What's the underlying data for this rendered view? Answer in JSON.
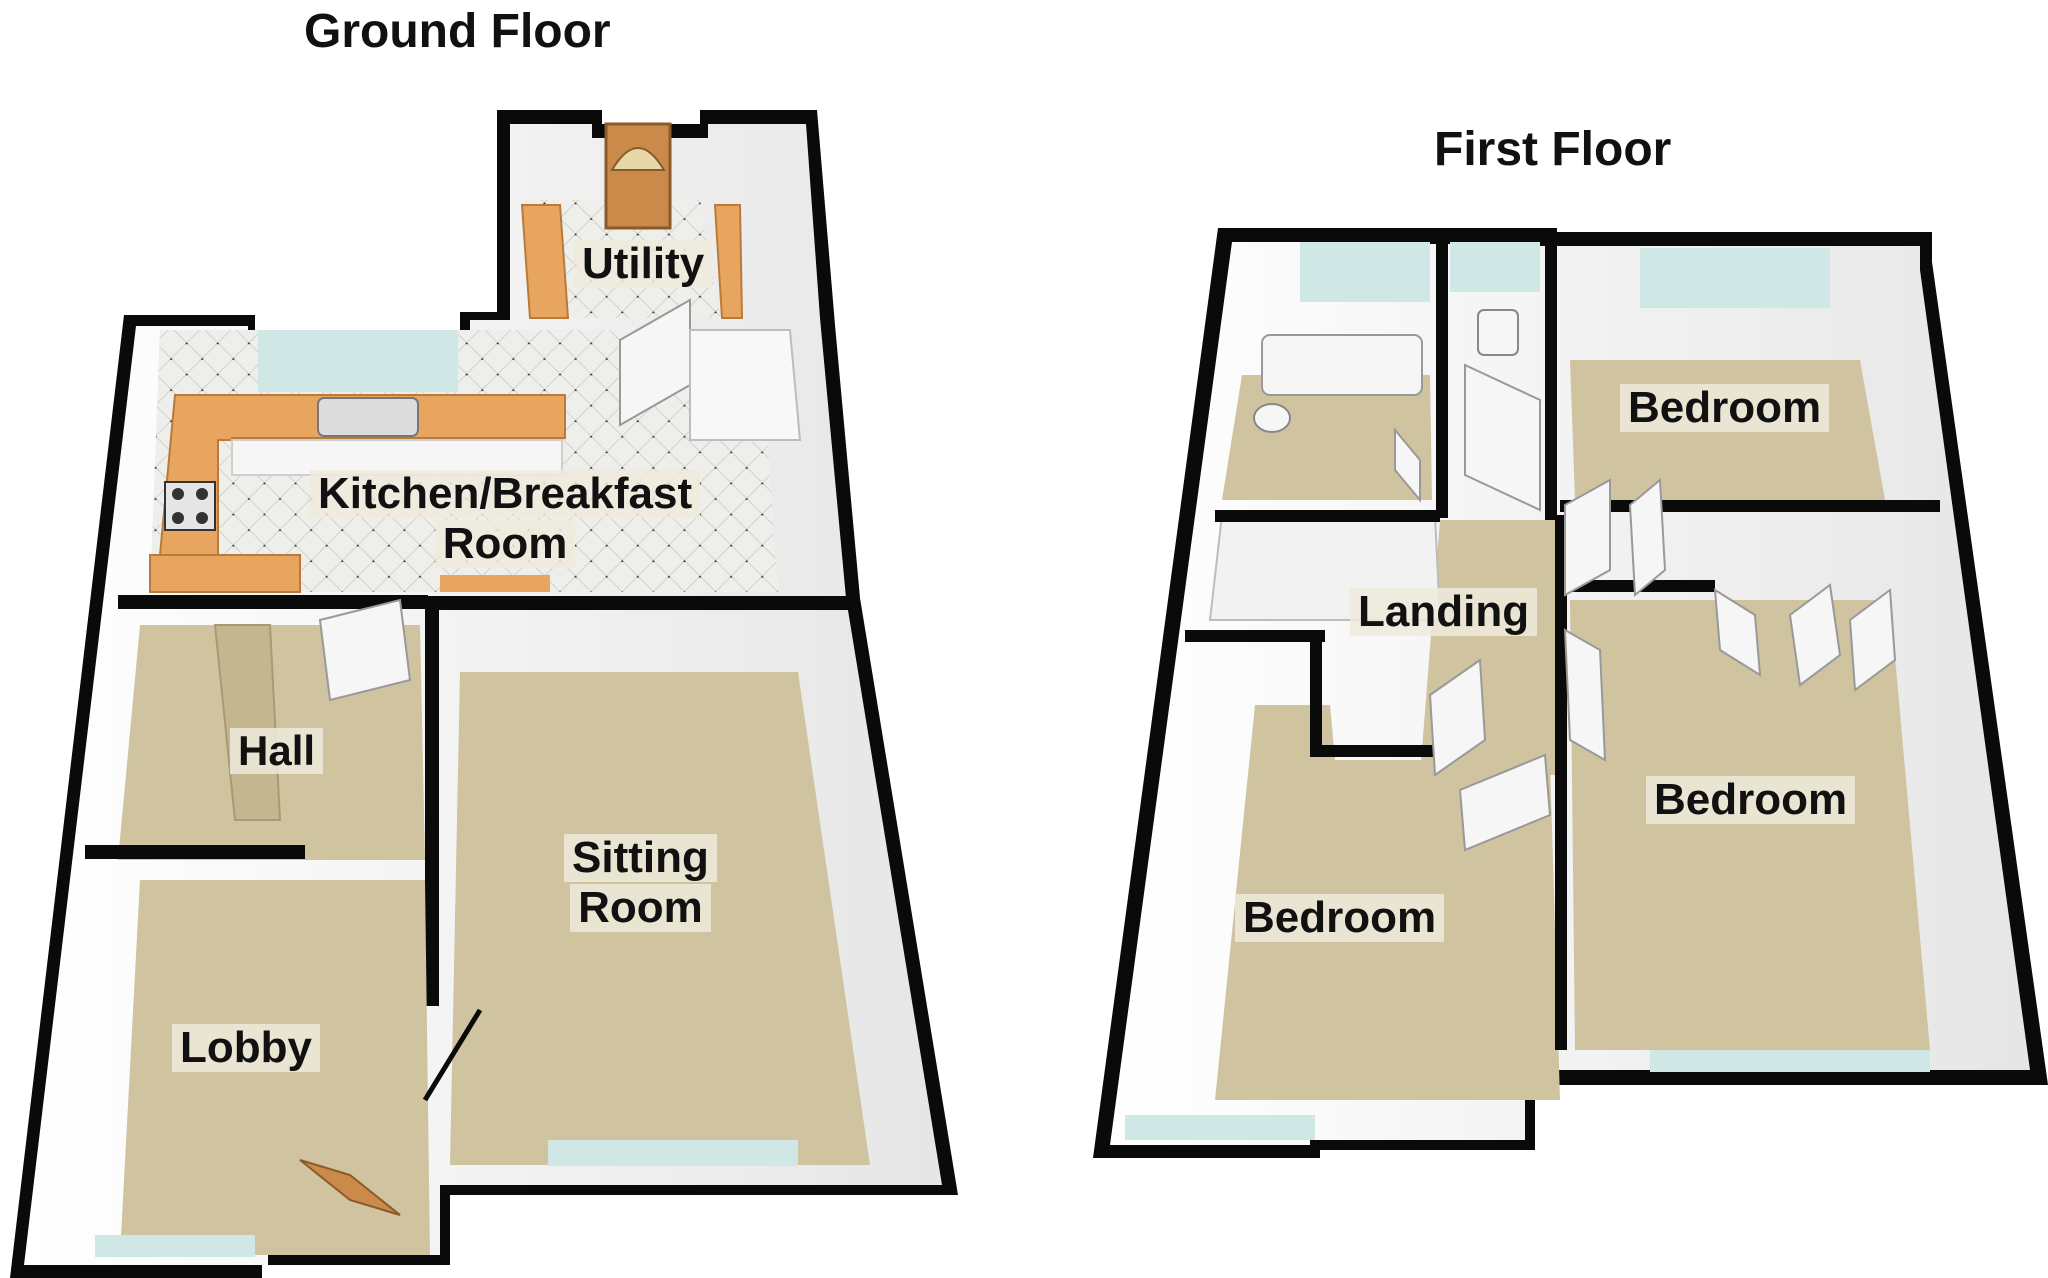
{
  "floors": {
    "ground": {
      "title": "Ground Floor",
      "rooms": {
        "utility": "Utility",
        "kitchen_line1": "Kitchen/Breakfast",
        "kitchen_line2": "Room",
        "hall": "Hall",
        "sitting_line1": "Sitting",
        "sitting_line2": "Room",
        "lobby": "Lobby"
      }
    },
    "first": {
      "title": "First Floor",
      "rooms": {
        "bedroom_top_right": "Bedroom",
        "landing": "Landing",
        "bedroom_right": "Bedroom",
        "bedroom_left": "Bedroom"
      }
    }
  },
  "colors": {
    "wall": "#0a0a0a",
    "wall_face": "#f4f4f4",
    "carpet": "#cfc3a0",
    "floor_tile": "#ecece8",
    "worktop": "#e8a560",
    "door": "#f6f6f6",
    "window": "#cfe8e6",
    "front_door": "#c98a4a"
  }
}
